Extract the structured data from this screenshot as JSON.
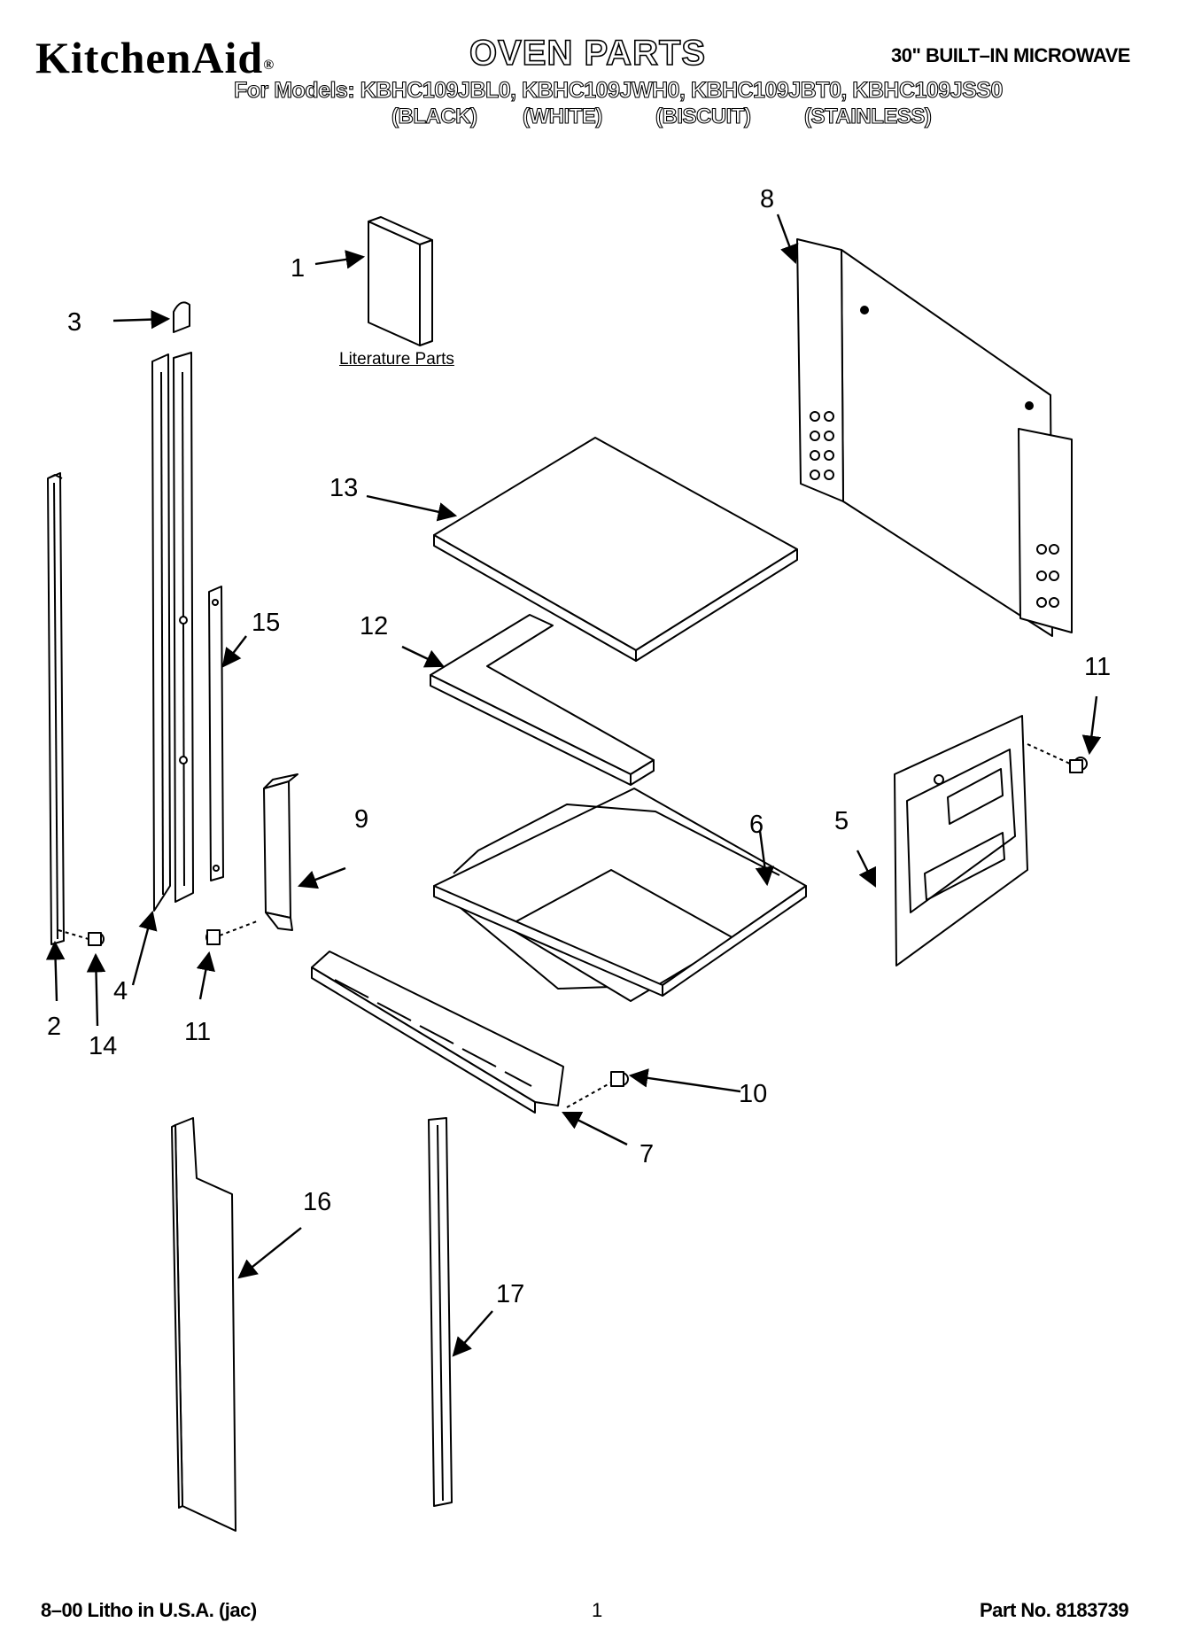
{
  "header": {
    "brand": "KitchenAid",
    "brand_mark": "®",
    "title": "OVEN PARTS",
    "product": "30\" BUILT–IN MICROWAVE",
    "models_line": "For Models: KBHC109JBL0, KBHC109JWH0, KBHC109JBT0, KBHC109JSS0",
    "finishes": [
      "(BLACK)",
      "(WHITE)",
      "(BISCUIT)",
      "(STAINLESS)"
    ]
  },
  "diagram": {
    "literature_label": "Literature Parts",
    "part_labels": [
      {
        "id": "1",
        "text": "1"
      },
      {
        "id": "2",
        "text": "2"
      },
      {
        "id": "3",
        "text": "3"
      },
      {
        "id": "4",
        "text": "4"
      },
      {
        "id": "5",
        "text": "5"
      },
      {
        "id": "6",
        "text": "6"
      },
      {
        "id": "7",
        "text": "7"
      },
      {
        "id": "8",
        "text": "8"
      },
      {
        "id": "9",
        "text": "9"
      },
      {
        "id": "10",
        "text": "10"
      },
      {
        "id": "11a",
        "text": "11"
      },
      {
        "id": "11b",
        "text": "11"
      },
      {
        "id": "12",
        "text": "12"
      },
      {
        "id": "13",
        "text": "13"
      },
      {
        "id": "14",
        "text": "14"
      },
      {
        "id": "15",
        "text": "15"
      },
      {
        "id": "16",
        "text": "16"
      },
      {
        "id": "17",
        "text": "17"
      }
    ]
  },
  "footer": {
    "litho": "8–00 Litho in U.S.A. (jac)",
    "page": "1",
    "part_no": "Part No. 8183739"
  }
}
